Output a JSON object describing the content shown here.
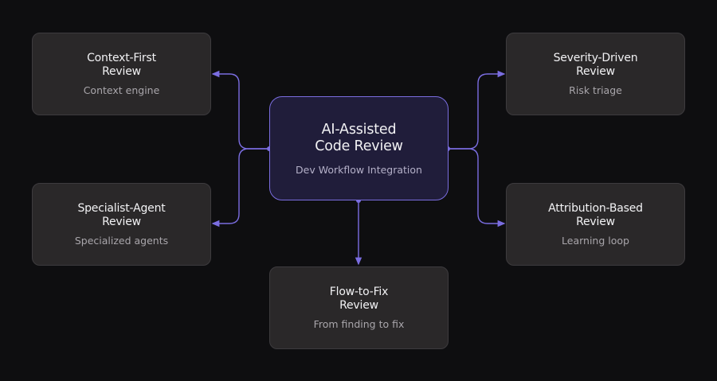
{
  "center": {
    "title_line1": "AI-Assisted",
    "title_line2": "Code Review",
    "subtitle": "Dev Workflow Integration"
  },
  "nodes": [
    {
      "title_line1": "Context-First",
      "title_line2": "Review",
      "subtitle": "Context engine"
    },
    {
      "title_line1": "Specialist-Agent",
      "title_line2": "Review",
      "subtitle": "Specialized agents"
    },
    {
      "title_line1": "Severity-Driven",
      "title_line2": "Review",
      "subtitle": "Risk triage"
    },
    {
      "title_line1": "Attribution-Based",
      "title_line2": "Review",
      "subtitle": "Learning loop"
    },
    {
      "title_line1": "Flow-to-Fix",
      "title_line2": "Review",
      "subtitle": "From finding to fix"
    }
  ],
  "colors": {
    "accent": "#7a6de0",
    "background": "#0e0e10",
    "node": "#2a2829",
    "center": "#201d3a"
  }
}
